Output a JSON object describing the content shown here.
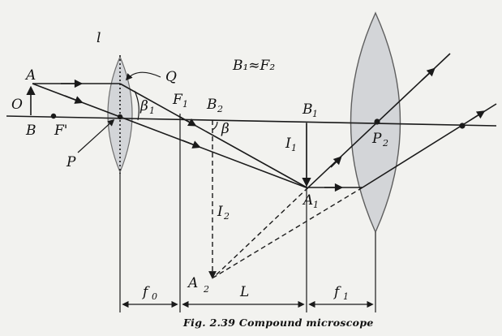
{
  "labels": {
    "A": "A",
    "O": "O",
    "B": "B",
    "F_prime": "F'",
    "Q": "Q",
    "P": "P",
    "beta1_main": "β",
    "beta1_sub": "1",
    "F1_main": "F",
    "F1_sub": "1",
    "B2_main": "B",
    "B2_sub": "2",
    "beta": "β",
    "B1_main": "B",
    "B1_sub": "1",
    "I1_main": "I",
    "I1_sub": "1",
    "I2_main": "I",
    "I2_sub": "2",
    "A1_main": "A",
    "A1_sub": "1",
    "P2_main": "P",
    "P2_sub": "2",
    "A2_main": "A",
    "A2_sub": "2",
    "relation": "B₁≈F₂",
    "lens_mark": "l",
    "f0_main": "f",
    "f0_sub": "0",
    "L": "L",
    "fe_main": "f",
    "fe_sub": "1"
  },
  "caption": "Fig. 2.39 Compound microscope",
  "colors": {
    "ink": "#1a1a1a",
    "lens": "#c8cbd0",
    "background": "#f2f2ef"
  }
}
